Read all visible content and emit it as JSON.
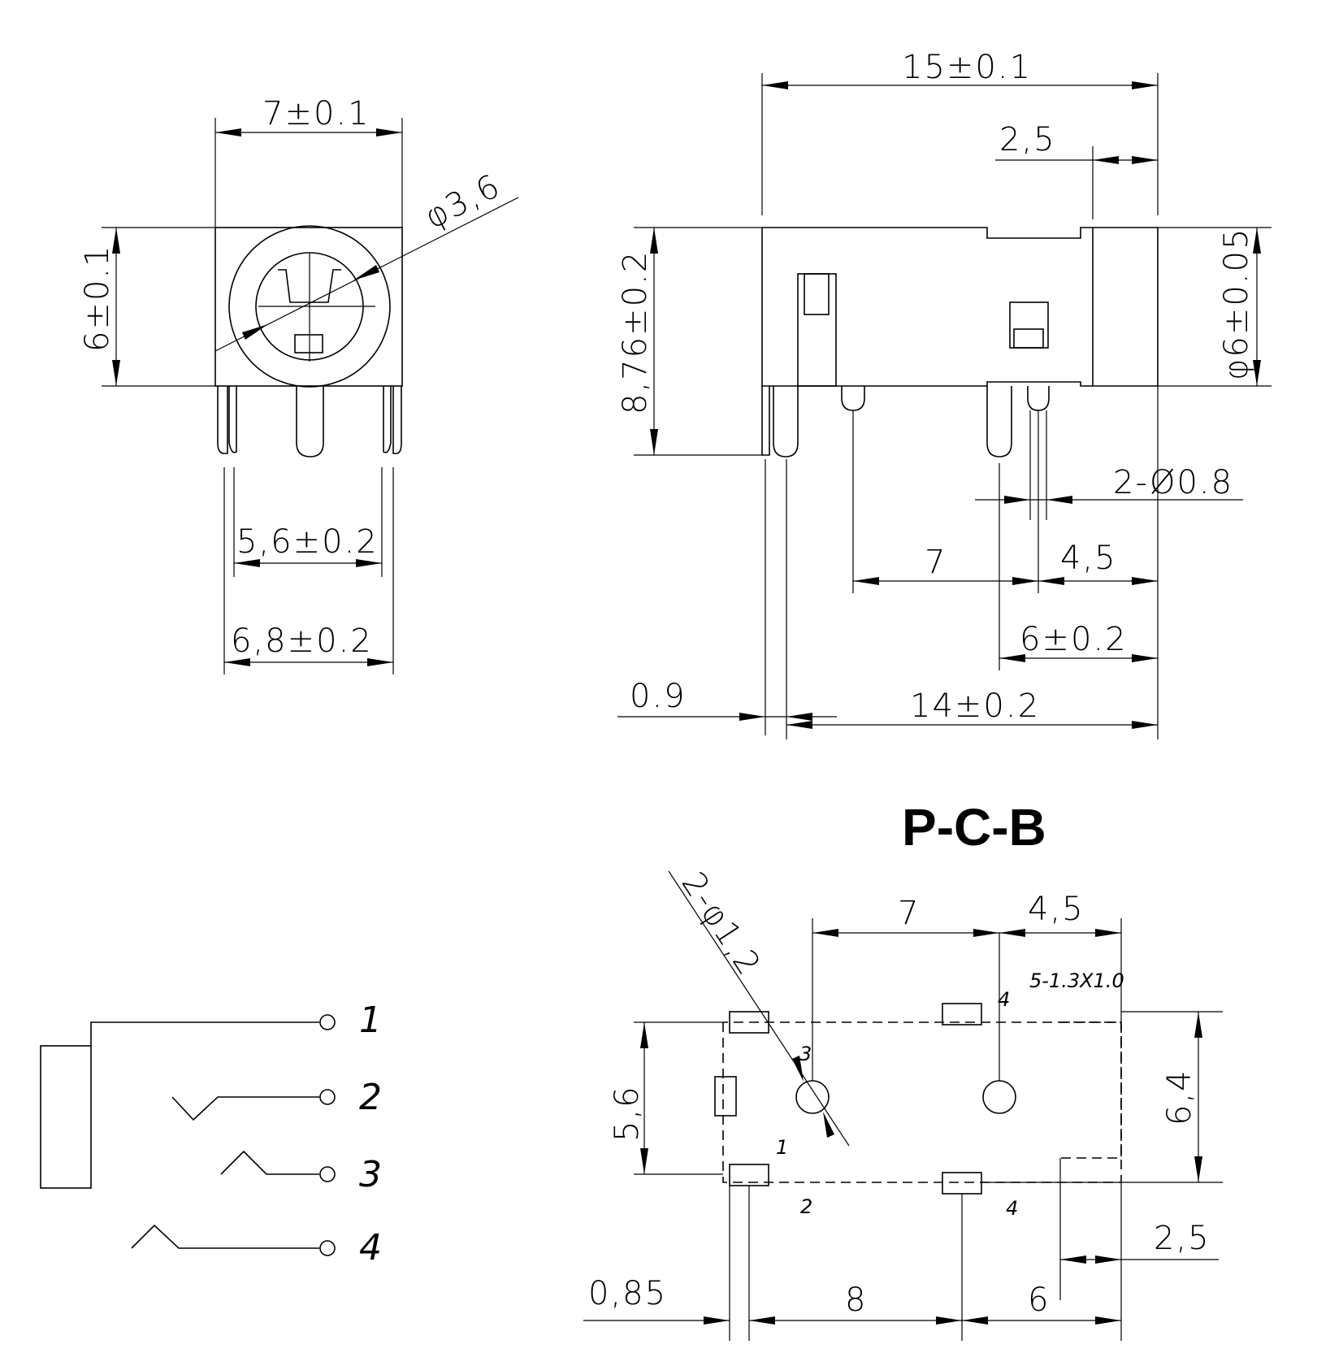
{
  "front_view": {
    "width": "7±0.1",
    "height": "6±0.1",
    "bore": "φ3,6",
    "pin_inner": "5,6±0.2",
    "pin_outer": "6,8±0.2"
  },
  "side_view": {
    "length": "15±0.1",
    "collar": "2,5",
    "height": "8,76±0.2",
    "diameter": "φ6±0.05",
    "pin_dia": "2-Ø0.8",
    "pitch_a": "7",
    "pitch_b": "4,5",
    "pitch_c": "6±0.2",
    "offset": "0.9",
    "pin_span": "14±0.2"
  },
  "schematic": {
    "pins": [
      "1",
      "2",
      "3",
      "4"
    ]
  },
  "pcb": {
    "title": "P-C-B",
    "holes": "2-φ1,2",
    "pad_note": "5-1.3X1.0",
    "dim_top_a": "7",
    "dim_top_b": "4,5",
    "dim_left": "5,6",
    "dim_right": "6,4",
    "dim_bot_a": "0,85",
    "dim_bot_b": "8",
    "dim_bot_c": "6",
    "dim_bot_d": "2,5",
    "pad_labels": [
      "4",
      "3",
      "1",
      "2",
      "4"
    ]
  }
}
